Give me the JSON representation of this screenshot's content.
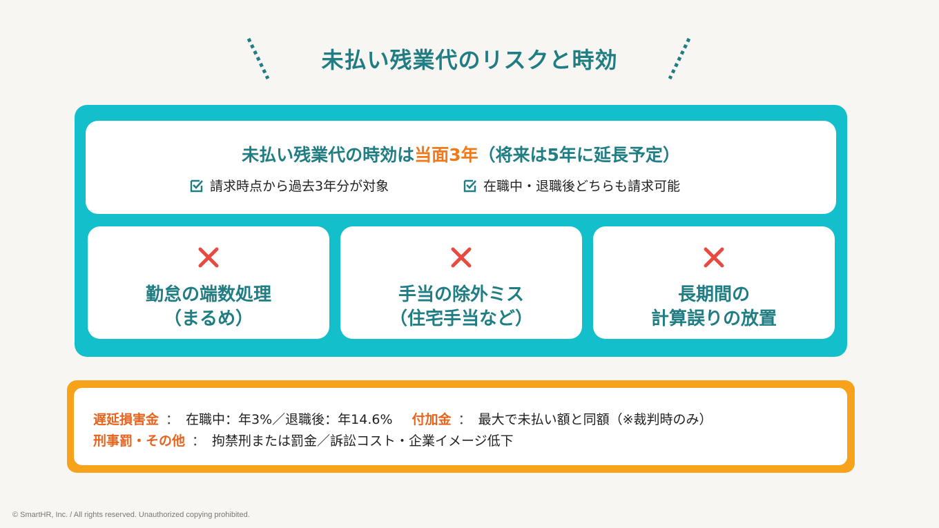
{
  "title": "未払い残業代のリスクと時効",
  "colors": {
    "teal": "#13bfca",
    "teal_text": "#1f7d83",
    "orange": "#f7a21b",
    "orange_text": "#e6641e",
    "accent": "#f07a1a",
    "cross": "#e84a3f"
  },
  "summary": {
    "headline_prefix": "未払い残業代の時効は",
    "headline_highlight": "当面3年",
    "headline_suffix": "（将来は5年に延長予定）",
    "checks": [
      {
        "icon": "checkbox-check-icon",
        "text": "請求時点から過去3年分が対象"
      },
      {
        "icon": "checkbox-check-icon",
        "text": "在職中・退職後どちらも請求可能"
      }
    ]
  },
  "risks": [
    {
      "icon": "cross-icon",
      "line1": "勤怠の端数処理",
      "line2": "（まるめ）"
    },
    {
      "icon": "cross-icon",
      "line1": "手当の除外ミス",
      "line2": "（住宅手当など）"
    },
    {
      "icon": "cross-icon",
      "line1": "長期間の",
      "line2": "計算誤りの放置"
    }
  ],
  "penalties": {
    "delay_label": "遅延損害金",
    "delay_text": "在職中：年3%／退職後：年14.6%",
    "surcharge_label": "付加金",
    "surcharge_text": "最大で未払い額と同額（※裁判時のみ）",
    "criminal_label": "刑事罰・その他",
    "criminal_text": "拘禁刑または罰金／訴訟コスト・企業イメージ低下",
    "separator": "："
  },
  "footer": {
    "copyright": "© SmartHR, Inc. / All rights reserved. Unauthorized copying prohibited."
  }
}
